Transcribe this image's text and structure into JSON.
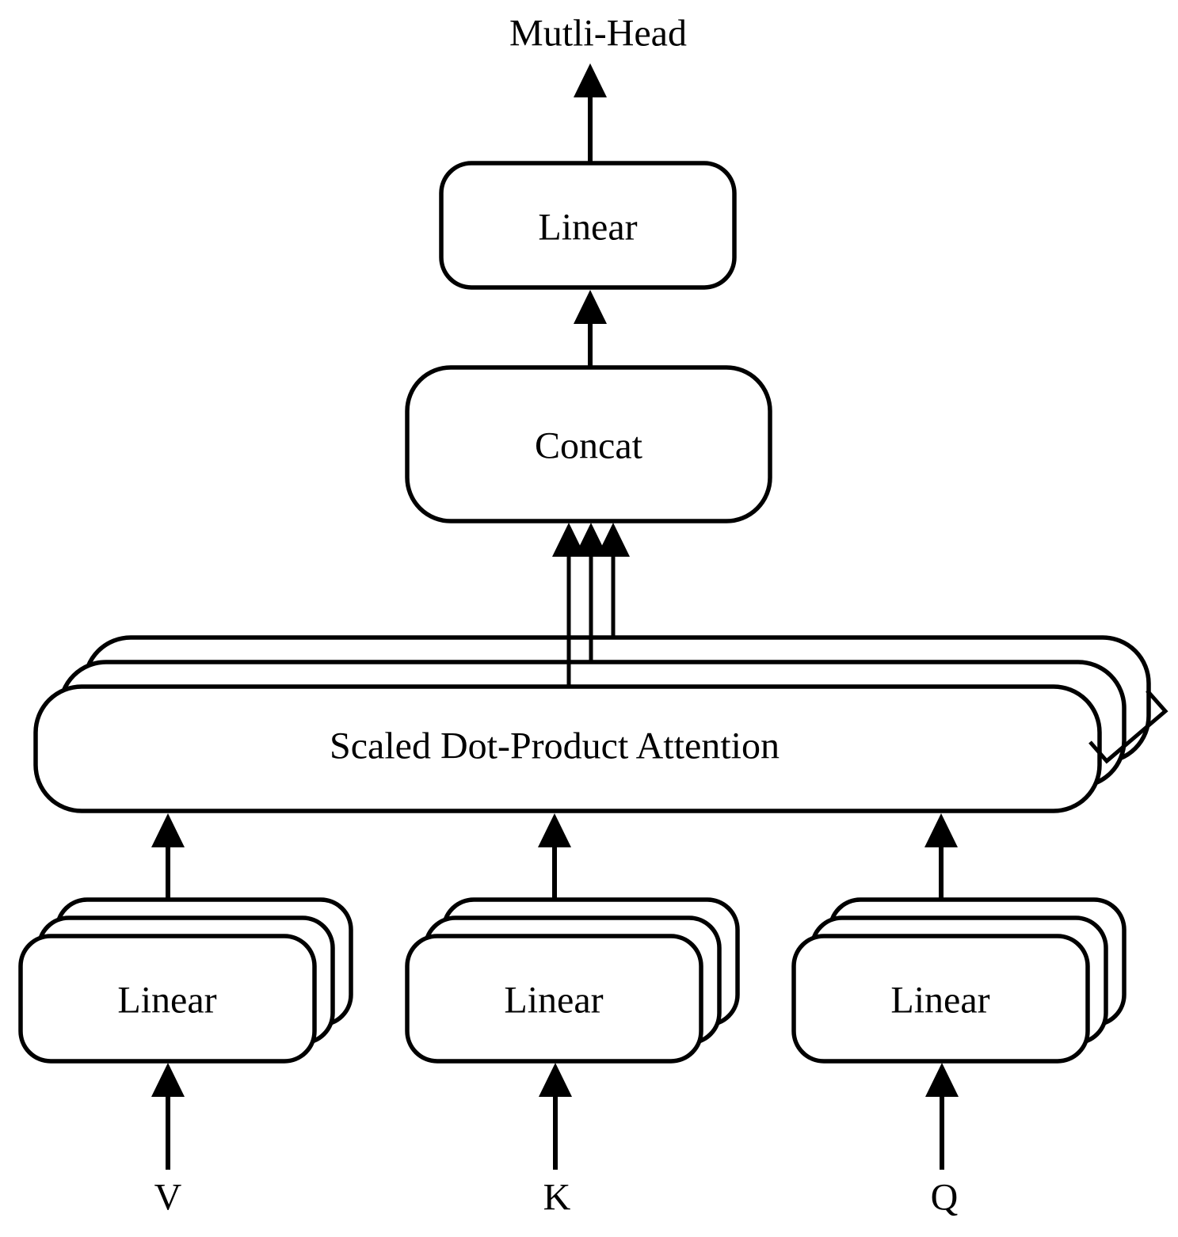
{
  "figure": {
    "title": "Mutli-Head",
    "nodes": {
      "output_linear": {
        "label": "Linear"
      },
      "concat": {
        "label": "Concat"
      },
      "attention": {
        "label": "Scaled Dot-Product Attention",
        "stack_count": 3
      },
      "v_linear": {
        "label": "Linear",
        "stack_count": 3
      },
      "k_linear": {
        "label": "Linear",
        "stack_count": 3
      },
      "q_linear": {
        "label": "Linear",
        "stack_count": 3
      }
    },
    "inputs": {
      "v": "V",
      "k": "K",
      "q": "Q"
    },
    "colors": {
      "line": "#000000",
      "background": "#ffffff"
    }
  }
}
